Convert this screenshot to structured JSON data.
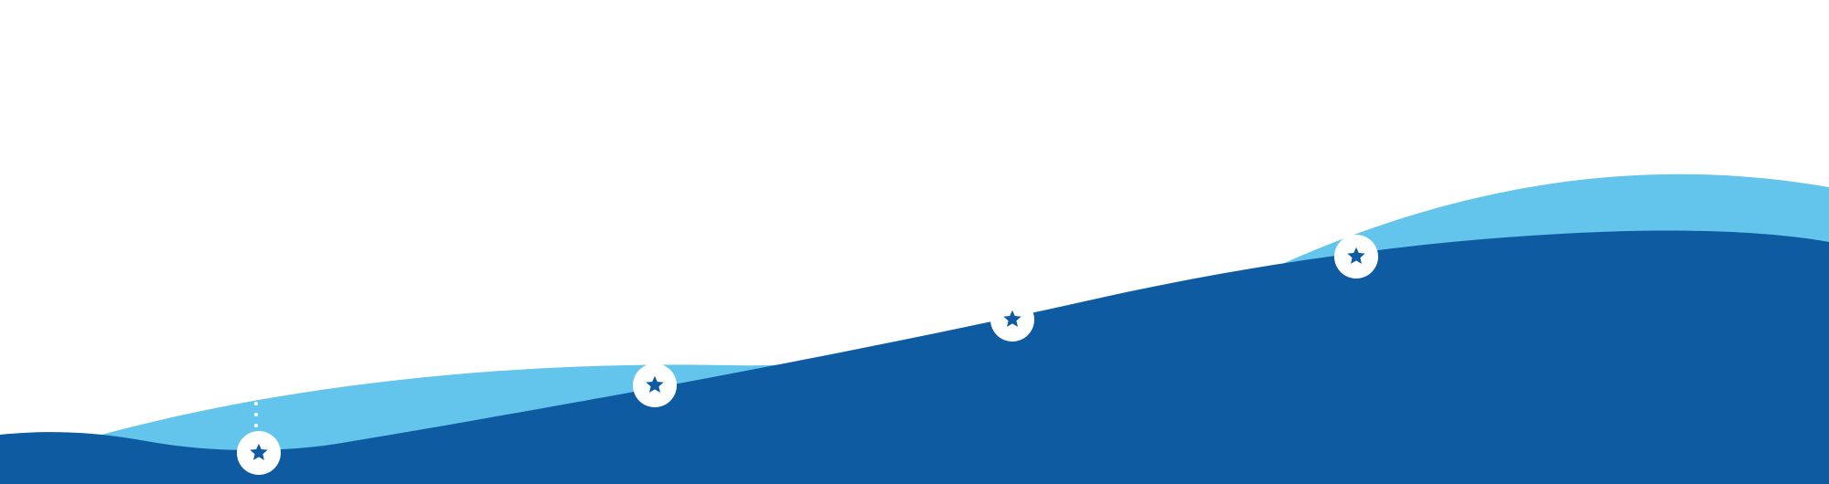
{
  "scene": {
    "theme": {
      "background": "#ffffff",
      "wave_light": "#63c4ec",
      "wave_dark": "#0f5ba1",
      "marker_fill": "#ffffff",
      "star_color": "#0f5ba1"
    },
    "markers": [
      {
        "name": "milestone-1",
        "icon": "star-icon"
      },
      {
        "name": "milestone-2",
        "icon": "star-icon"
      },
      {
        "name": "milestone-3",
        "icon": "star-icon"
      },
      {
        "name": "milestone-4",
        "icon": "star-icon"
      }
    ],
    "connector": {
      "icon": "dotted-connector"
    }
  }
}
